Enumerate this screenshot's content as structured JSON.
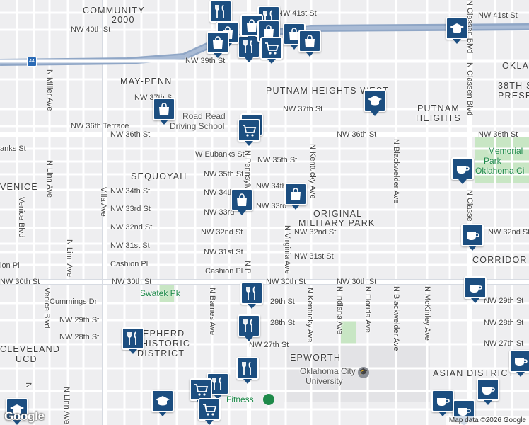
{
  "map": {
    "neighborhoods": [
      {
        "id": "community-2000-a",
        "text": "COMMUNITY"
      },
      {
        "id": "community-2000-b",
        "text": "2000"
      },
      {
        "id": "may-penn",
        "text": "MAY-PENN"
      },
      {
        "id": "putnam-heights-west",
        "text": "PUTNAM HEIGHTS WEST"
      },
      {
        "id": "putnam-heights-a",
        "text": "PUTNAM"
      },
      {
        "id": "putnam-heights-b",
        "text": "HEIGHTS"
      },
      {
        "id": "sequoyah",
        "text": "SEQUOYAH"
      },
      {
        "id": "venice",
        "text": "VENICE"
      },
      {
        "id": "original-military-park-a",
        "text": "ORIGINAL"
      },
      {
        "id": "original-military-park-b",
        "text": "MILITARY PARK"
      },
      {
        "id": "corridor",
        "text": "CORRIDOR S"
      },
      {
        "id": "shepherd-a",
        "text": "EPHERD"
      },
      {
        "id": "shepherd-b",
        "text": "HISTORIC"
      },
      {
        "id": "shepherd-c",
        "text": "DISTRICT"
      },
      {
        "id": "cleveland-a",
        "text": "CLEVELAND"
      },
      {
        "id": "cleveland-b",
        "text": "UCD"
      },
      {
        "id": "epworth",
        "text": "EPWORTH"
      },
      {
        "id": "asian-district",
        "text": "ASIAN DISTRICT"
      },
      {
        "id": "okla",
        "text": "OKLA"
      },
      {
        "id": "38th-st-a",
        "text": "38TH S"
      },
      {
        "id": "38th-st-b",
        "text": "PRESERV"
      }
    ],
    "streets": [
      {
        "id": "nw-41st-1",
        "text": "NW 41st St"
      },
      {
        "id": "nw-41st-2",
        "text": "NW 41st St"
      },
      {
        "id": "nw-40th",
        "text": "NW 40th St"
      },
      {
        "id": "nw-39th",
        "text": "NW 39th St"
      },
      {
        "id": "nw-37th-a",
        "text": "NW 37th St"
      },
      {
        "id": "nw-37th-b",
        "text": "NW 37th St"
      },
      {
        "id": "nw-36th-terrace",
        "text": "NW 36th Terrace"
      },
      {
        "id": "nw-36th-a",
        "text": "NW 36th St"
      },
      {
        "id": "nw-36th-b",
        "text": "NW 36th St"
      },
      {
        "id": "nw-36th-c",
        "text": "NW 36th St"
      },
      {
        "id": "w-eubanks",
        "text": "W Eubanks St"
      },
      {
        "id": "eubanks-left",
        "text": "anks St"
      },
      {
        "id": "nw-35th-a",
        "text": "NW 35th St"
      },
      {
        "id": "nw-35th-b",
        "text": "NW 35th St"
      },
      {
        "id": "nw-34th-a",
        "text": "NW 34th St"
      },
      {
        "id": "nw-34th-b",
        "text": "NW 34th"
      },
      {
        "id": "nw-34th-c",
        "text": "NW 34th St"
      },
      {
        "id": "nw-33rd-a",
        "text": "NW 33rd St"
      },
      {
        "id": "nw-33rd-b",
        "text": "NW 33rd"
      },
      {
        "id": "nw-33rd-c",
        "text": "NW 33rd"
      },
      {
        "id": "nw-32nd-a",
        "text": "NW 32nd St"
      },
      {
        "id": "nw-32nd-b",
        "text": "NW 32nd St"
      },
      {
        "id": "nw-32nd-c",
        "text": "NW 32nd St"
      },
      {
        "id": "nw-32nd-d",
        "text": "NW 32nd St"
      },
      {
        "id": "nw-31st-a",
        "text": "NW 31st St"
      },
      {
        "id": "nw-31st-b",
        "text": "NW 31st St"
      },
      {
        "id": "nw-31st-c",
        "text": "NW 31st St"
      },
      {
        "id": "cashion-a",
        "text": "Cashion Pl"
      },
      {
        "id": "cashion-b",
        "text": "Cashion Pl"
      },
      {
        "id": "cashion-left",
        "text": "ion Pl"
      },
      {
        "id": "nw-30th-a",
        "text": "NW 30th St"
      },
      {
        "id": "nw-30th-b",
        "text": "NW 30th St"
      },
      {
        "id": "nw-30th-c",
        "text": "NW 30th St"
      },
      {
        "id": "nw-30th-d",
        "text": "NW 30th St"
      },
      {
        "id": "cummings",
        "text": "Cummings Dr"
      },
      {
        "id": "nw-29th-a",
        "text": "NW 29th St"
      },
      {
        "id": "nw-29th-b",
        "text": "29th St"
      },
      {
        "id": "nw-29th-c",
        "text": "NW 29th St"
      },
      {
        "id": "nw-28th-a",
        "text": "NW 28th St"
      },
      {
        "id": "nw-28th-b",
        "text": "28th St"
      },
      {
        "id": "nw-28th-c",
        "text": "NW 28th St"
      },
      {
        "id": "nw-27th-a",
        "text": "NW 27th St"
      },
      {
        "id": "nw-27th-b",
        "text": "NW 27th St"
      },
      {
        "id": "n-miller",
        "text": "N Miller Ave"
      },
      {
        "id": "n-linn-1",
        "text": "N Linn Ave"
      },
      {
        "id": "n-linn-2",
        "text": "N Linn Ave"
      },
      {
        "id": "n-linn-3",
        "text": "N Linn Ave"
      },
      {
        "id": "venice-blvd-1",
        "text": "Venice Blvd"
      },
      {
        "id": "venice-blvd-2",
        "text": "Venice Blvd"
      },
      {
        "id": "villa-ave",
        "text": "Villa Ave"
      },
      {
        "id": "n-barnes",
        "text": "N Barnes Ave"
      },
      {
        "id": "n-pennsylvania-1",
        "text": "N Pennsylv"
      },
      {
        "id": "n-pennsylvania-2",
        "text": "N P"
      },
      {
        "id": "n-kentucky-1",
        "text": "N Kentucky Ave"
      },
      {
        "id": "n-kentucky-2",
        "text": "N Kentucky Ave"
      },
      {
        "id": "n-virginia",
        "text": "N Virginia Ave"
      },
      {
        "id": "n-indiana",
        "text": "N Indiana Ave"
      },
      {
        "id": "n-florida",
        "text": "N Florida Ave"
      },
      {
        "id": "n-blackwelder-1",
        "text": "N Blackwelder Ave"
      },
      {
        "id": "n-blackwelder-2",
        "text": "N Blackwelder Ave"
      },
      {
        "id": "n-mckinley",
        "text": "N McKinley Ave"
      },
      {
        "id": "n-classen-1",
        "text": "N Classen Blvd"
      },
      {
        "id": "n-classen-2",
        "text": "N Classe"
      },
      {
        "id": "n-classen-3",
        "text": "N Classen Blvd"
      },
      {
        "id": "n-right-edge",
        "text": "N"
      }
    ],
    "parks": [
      {
        "id": "swatek",
        "text": "Swatek Pk"
      },
      {
        "id": "memorial-a",
        "text": "Memorial"
      },
      {
        "id": "memorial-b",
        "text": "Park"
      },
      {
        "id": "memorial-c",
        "text": "Oklahoma Ci"
      }
    ],
    "places": [
      {
        "id": "road-ready-a",
        "text": "Road Read"
      },
      {
        "id": "road-ready-b",
        "text": "Driving School"
      },
      {
        "id": "okcu-a",
        "text": "Oklahoma City"
      },
      {
        "id": "okcu-b",
        "text": "University"
      },
      {
        "id": "fitness",
        "text": "Fitness"
      }
    ],
    "highway_shield": "44",
    "pins": [
      {
        "id": "pin-restaurant-1",
        "icon": "fork-knife-icon"
      },
      {
        "id": "pin-restaurant-2",
        "icon": "fork-knife-icon"
      },
      {
        "id": "pin-restaurant-3",
        "icon": "fork-knife-icon"
      },
      {
        "id": "pin-restaurant-4",
        "icon": "fork-knife-icon"
      },
      {
        "id": "pin-restaurant-5",
        "icon": "fork-knife-icon"
      },
      {
        "id": "pin-restaurant-6",
        "icon": "fork-knife-icon"
      },
      {
        "id": "pin-restaurant-7",
        "icon": "fork-knife-icon"
      },
      {
        "id": "pin-shopping-bag-1",
        "icon": "shopping-bag-icon"
      },
      {
        "id": "pin-shopping-bag-2",
        "icon": "shopping-bag-icon"
      },
      {
        "id": "pin-shopping-bag-3",
        "icon": "shopping-bag-icon"
      },
      {
        "id": "pin-shopping-bag-4",
        "icon": "shopping-bag-icon"
      },
      {
        "id": "pin-shopping-bag-5",
        "icon": "shopping-bag-icon"
      },
      {
        "id": "pin-shopping-bag-6",
        "icon": "shopping-bag-icon"
      },
      {
        "id": "pin-shopping-bag-7",
        "icon": "shopping-bag-icon"
      },
      {
        "id": "pin-shopping-bag-8",
        "icon": "shopping-bag-icon"
      },
      {
        "id": "pin-cart-1",
        "icon": "shopping-cart-icon"
      },
      {
        "id": "pin-cart-2",
        "icon": "shopping-cart-icon"
      },
      {
        "id": "pin-cart-3",
        "icon": "shopping-cart-icon"
      },
      {
        "id": "pin-cart-4",
        "icon": "shopping-cart-icon"
      },
      {
        "id": "pin-cart-5",
        "icon": "shopping-cart-icon"
      },
      {
        "id": "pin-school-1",
        "icon": "graduation-cap-icon"
      },
      {
        "id": "pin-school-2",
        "icon": "graduation-cap-icon"
      },
      {
        "id": "pin-school-3",
        "icon": "graduation-cap-icon"
      },
      {
        "id": "pin-school-4",
        "icon": "graduation-cap-icon"
      },
      {
        "id": "pin-cafe-1",
        "icon": "coffee-cup-icon"
      },
      {
        "id": "pin-cafe-2",
        "icon": "coffee-cup-icon"
      },
      {
        "id": "pin-cafe-3",
        "icon": "coffee-cup-icon"
      },
      {
        "id": "pin-cafe-4",
        "icon": "coffee-cup-icon"
      },
      {
        "id": "pin-cafe-5",
        "icon": "coffee-cup-icon"
      },
      {
        "id": "pin-cafe-6",
        "icon": "coffee-cup-icon"
      },
      {
        "id": "pin-cafe-7",
        "icon": "coffee-cup-icon"
      }
    ],
    "colors": {
      "pin": "#1c4e80",
      "park": "#c8e6c4",
      "road": "#ffffff",
      "highway": "#8fa6c6",
      "background": "#eeeef0"
    }
  },
  "footer": {
    "logo": "Google",
    "attribution": "Map data ©2026 Google"
  }
}
